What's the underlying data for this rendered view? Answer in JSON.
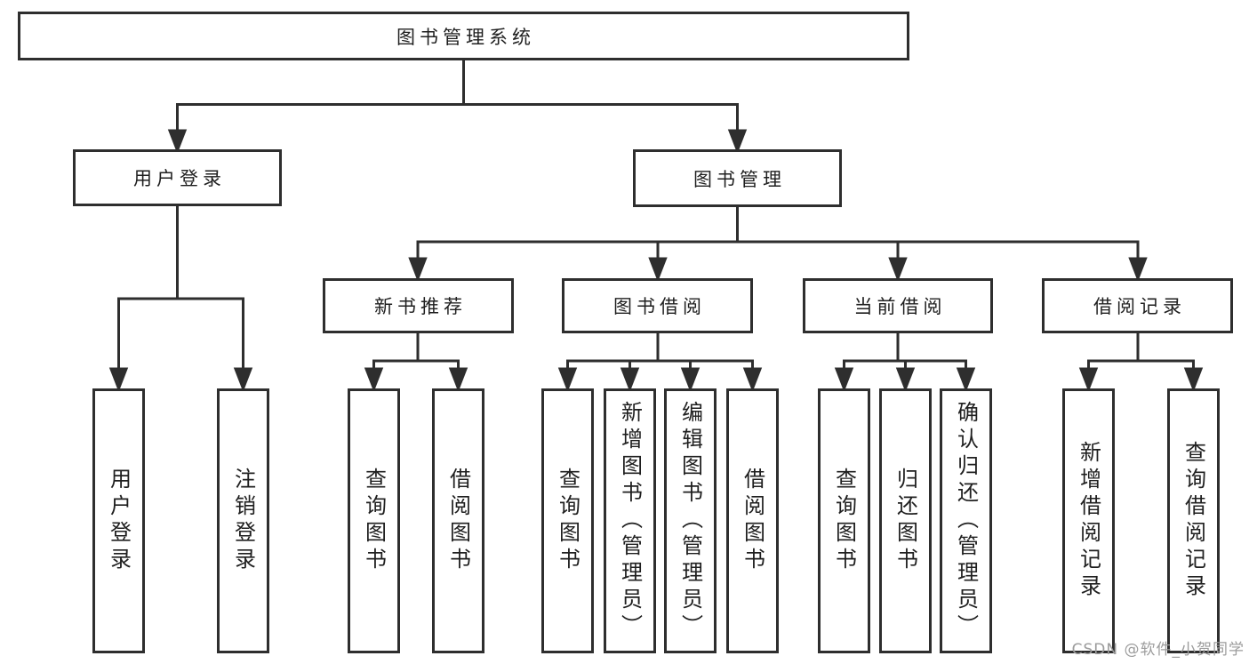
{
  "diagram": {
    "root": "图书管理系统",
    "level2": {
      "user_login": "用户登录",
      "book_mgmt": "图书管理"
    },
    "level3": {
      "new_book": "新书推荐",
      "borrow": "图书借阅",
      "current": "当前借阅",
      "records": "借阅记录"
    },
    "leaves": {
      "user_login": "用户登录",
      "logout": "注销登录",
      "nb_query": "查询图书",
      "nb_borrow": "借阅图书",
      "bw_query": "查询图书",
      "bw_add": "新增图书（管理员）",
      "bw_edit": "编辑图书（管理员）",
      "bw_borrow": "借阅图书",
      "cur_query": "查询图书",
      "cur_return": "归还图书",
      "cur_confirm": "确认归还（管理员）",
      "rec_add": "新增借阅记录",
      "rec_query": "查询借阅记录"
    }
  },
  "watermark": "CSDN @软件_小贺同学",
  "colors": {
    "line": "#2e2e2e",
    "text": "#1f1f1f",
    "box_bg": "#ffffff",
    "watermark": "#9c9c9c"
  }
}
